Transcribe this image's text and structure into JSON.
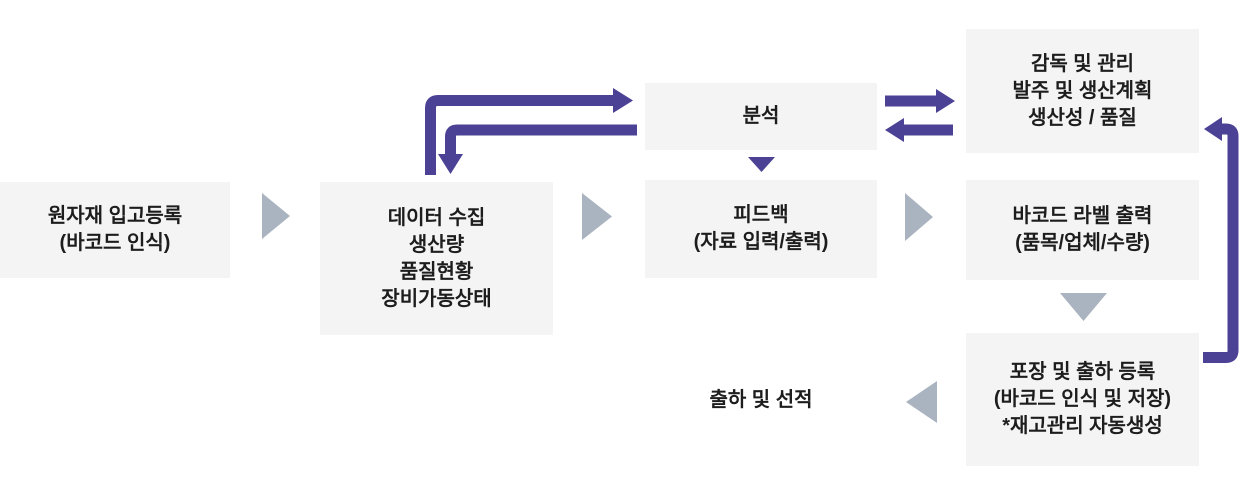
{
  "diagram": {
    "title_hidden": "",
    "boxes": [
      {
        "name": "raw-material-registration",
        "lines": [
          "원자재 입고등록",
          "(바코드 인식)"
        ]
      },
      {
        "name": "data-collection",
        "lines": [
          "데이터 수집",
          "생산량",
          "품질현황",
          "장비가동상태"
        ]
      },
      {
        "name": "analysis",
        "lines": [
          "분석"
        ]
      },
      {
        "name": "feedback",
        "lines": [
          "피드백",
          "(자료 입력/출력)"
        ]
      },
      {
        "name": "supervision-management",
        "lines": [
          "감독 및 관리",
          "발주 및 생산계획",
          "생산성 / 품질"
        ]
      },
      {
        "name": "barcode-label-print",
        "lines": [
          "바코드 라벨 출력",
          "(품목/업체/수량)"
        ]
      },
      {
        "name": "packing-shipping-registration",
        "lines": [
          "포장 및 출하 등록",
          "(바코드 인식 및 저장)",
          "*재고관리 자동생성"
        ]
      }
    ],
    "floating_label": "출하 및 선적",
    "arrows": {
      "gray_flow": [
        "raw-to-collect-right",
        "collect-to-feedback-right",
        "feedback-to-barcode-right",
        "barcode-to-packing-down",
        "packing-to-shipping-left"
      ],
      "purple_flow": [
        "collect-to-analysis-loop",
        "analysis-to-collect-loop",
        "analysis-to-supervision-right",
        "supervision-to-analysis-left",
        "analysis-to-feedback-down",
        "packing-to-supervision-return"
      ]
    },
    "colors": {
      "background": "#ffffff",
      "box_bg": "#f4f4f4",
      "text": "#1d1d1d",
      "arrow_purple": "#4b4296",
      "arrow_gray": "#aab3c0"
    }
  }
}
